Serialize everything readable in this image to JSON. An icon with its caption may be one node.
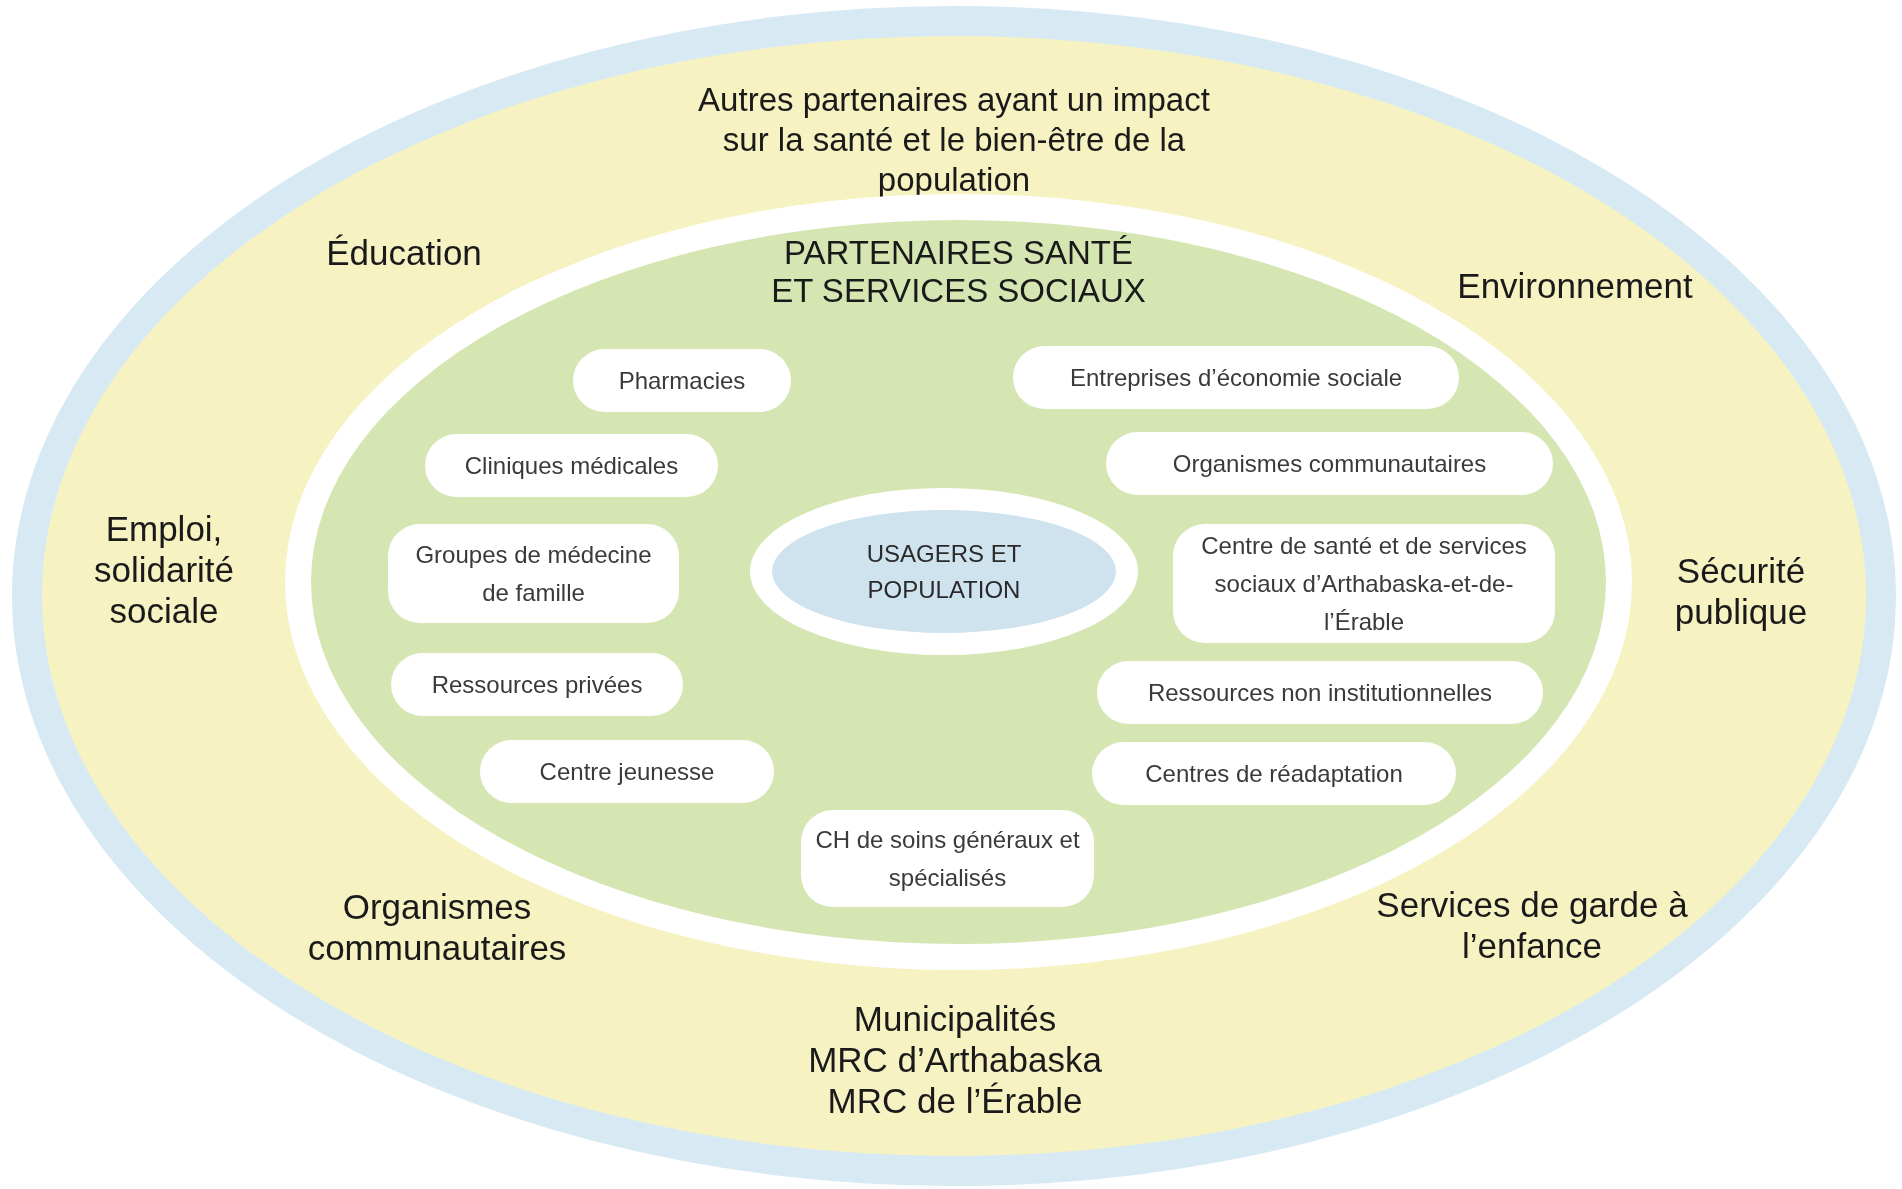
{
  "diagram": {
    "nodes": [
      {
        "text": [
          "Autres partenaires ayant un impact sur la santé et le bien-être de la population"
        ]
      },
      {
        "text": [
          "PARTENAIRES SANTÉ ET SERVICES SOCIAUX"
        ],
        "in": 0
      },
      {
        "text": [
          "USAGERS ET POPULATION"
        ],
        "in": 1
      },
      {
        "text": [
          "Pharmacies"
        ],
        "in": 1
      },
      {
        "text": [
          "Cliniques médicales"
        ],
        "in": 1
      },
      {
        "text": [
          "Groupes de médecine de famille"
        ],
        "in": 1
      },
      {
        "text": [
          "Ressources privées"
        ],
        "in": 1
      },
      {
        "text": [
          "Centre jeunesse"
        ],
        "in": 1
      },
      {
        "text": [
          "CH de soins généraux et spécialisés"
        ],
        "in": 1
      },
      {
        "text": [
          "Entreprises d’économie sociale"
        ],
        "in": 1
      },
      {
        "text": [
          "Organismes communautaires"
        ],
        "in": 1
      },
      {
        "text": [
          "Centre de santé et de services sociaux d’Arthabaska-et-de-l’Érable"
        ],
        "in": 1
      },
      {
        "text": [
          "Ressources non institutionnelles"
        ],
        "in": 1
      },
      {
        "text": [
          "Centres de réadaptation"
        ],
        "in": 1
      }
    ],
    "edges": [],
    "labels": [
      "Éducation",
      "Environnement",
      "Emploi, solidarité sociale",
      "Sécurité publique",
      "Organismes communautaires",
      "Services de garde à l’enfance",
      "Municipalités",
      "MRC d’Arthabaska",
      "MRC de l’Érable"
    ]
  }
}
